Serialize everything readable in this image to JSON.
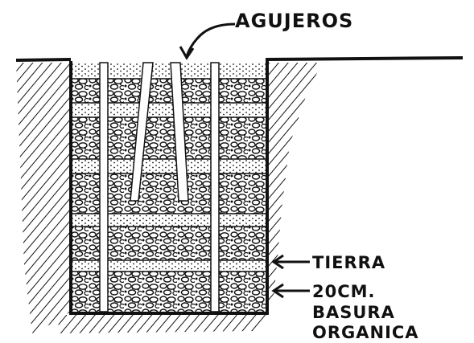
{
  "diagram": {
    "title": "AGUJEROS",
    "labels": {
      "tierra": "TIERRA",
      "thickness": "20CM.",
      "basura_line1": "BASURA",
      "basura_line2": "ORGANICA"
    }
  },
  "colors": {
    "ink": "#111111",
    "paper": "#ffffff"
  }
}
